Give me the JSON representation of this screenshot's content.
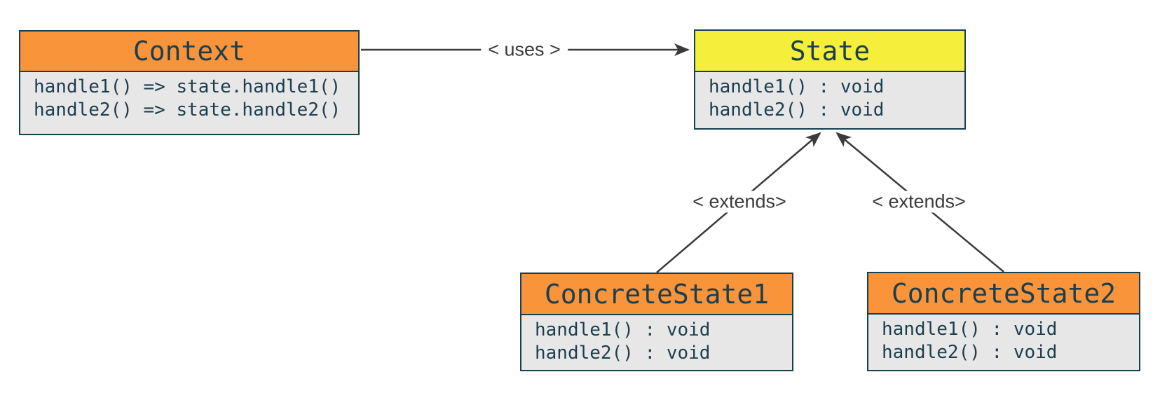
{
  "colors": {
    "orange_header": "#F9943B",
    "yellow_header": "#F5EF3C",
    "body_background": "#E7E7E7",
    "box_border": "#17404E",
    "class_text": "#1C3F4E",
    "arrow_line": "#3B3B3B",
    "label_text": "#3B3B3B",
    "page_background": "#FFFFFF"
  },
  "classes": [
    {
      "name": "Context",
      "header_color": "#F9943B",
      "methods": [
        "handle1() => state.handle1()",
        "handle2() => state.handle2()"
      ]
    },
    {
      "name": "State",
      "header_color": "#F5EF3C",
      "methods": [
        "handle1() : void",
        "handle2() : void"
      ]
    },
    {
      "name": "ConcreteState1",
      "header_color": "#F9943B",
      "methods": [
        "handle1() : void",
        "handle2() : void"
      ]
    },
    {
      "name": "ConcreteState2",
      "header_color": "#F9943B",
      "methods": [
        "handle1() : void",
        "handle2() : void"
      ]
    }
  ],
  "relations": [
    {
      "type": "uses",
      "label": "< uses >",
      "from": "Context",
      "to": "State"
    },
    {
      "type": "extends",
      "label": "< extends>",
      "from": "ConcreteState1",
      "to": "State"
    },
    {
      "type": "extends",
      "label": "< extends>",
      "from": "ConcreteState2",
      "to": "State"
    }
  ]
}
